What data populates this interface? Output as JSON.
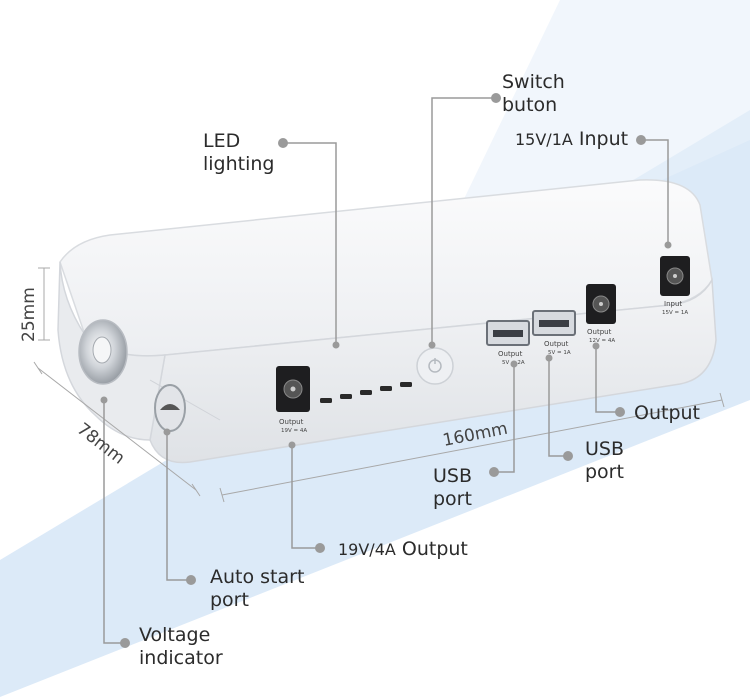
{
  "callouts": {
    "switch": [
      "Switch",
      "buton"
    ],
    "input": {
      "spec": "15V/1A",
      "word": "Input"
    },
    "led": [
      "LED",
      "lighting"
    ],
    "output_dc": "Output",
    "usb_right": [
      "USB",
      "port"
    ],
    "usb_left": [
      "USB",
      "port"
    ],
    "main_output": {
      "spec": "19V/4A",
      "word": "Output"
    },
    "auto_start": [
      "Auto start",
      "port"
    ],
    "voltage": [
      "Voltage",
      "indicator"
    ]
  },
  "dimensions": {
    "height": "25mm",
    "width": "78mm",
    "length": "160mm"
  },
  "port_labels": {
    "dc_main": [
      "Output",
      "19V = 4A"
    ],
    "usb1": [
      "Output",
      "5V = 2A"
    ],
    "usb2": [
      "Output",
      "5V = 1A"
    ],
    "dc_12v": [
      "Output",
      "12V = 4A"
    ],
    "dc_input": [
      "Input",
      "15V = 1A"
    ]
  },
  "colors": {
    "band": "#dceaf8",
    "device": "#f4f5f7",
    "leader": "#9a9a9a",
    "dot": "#9a9a9a"
  }
}
